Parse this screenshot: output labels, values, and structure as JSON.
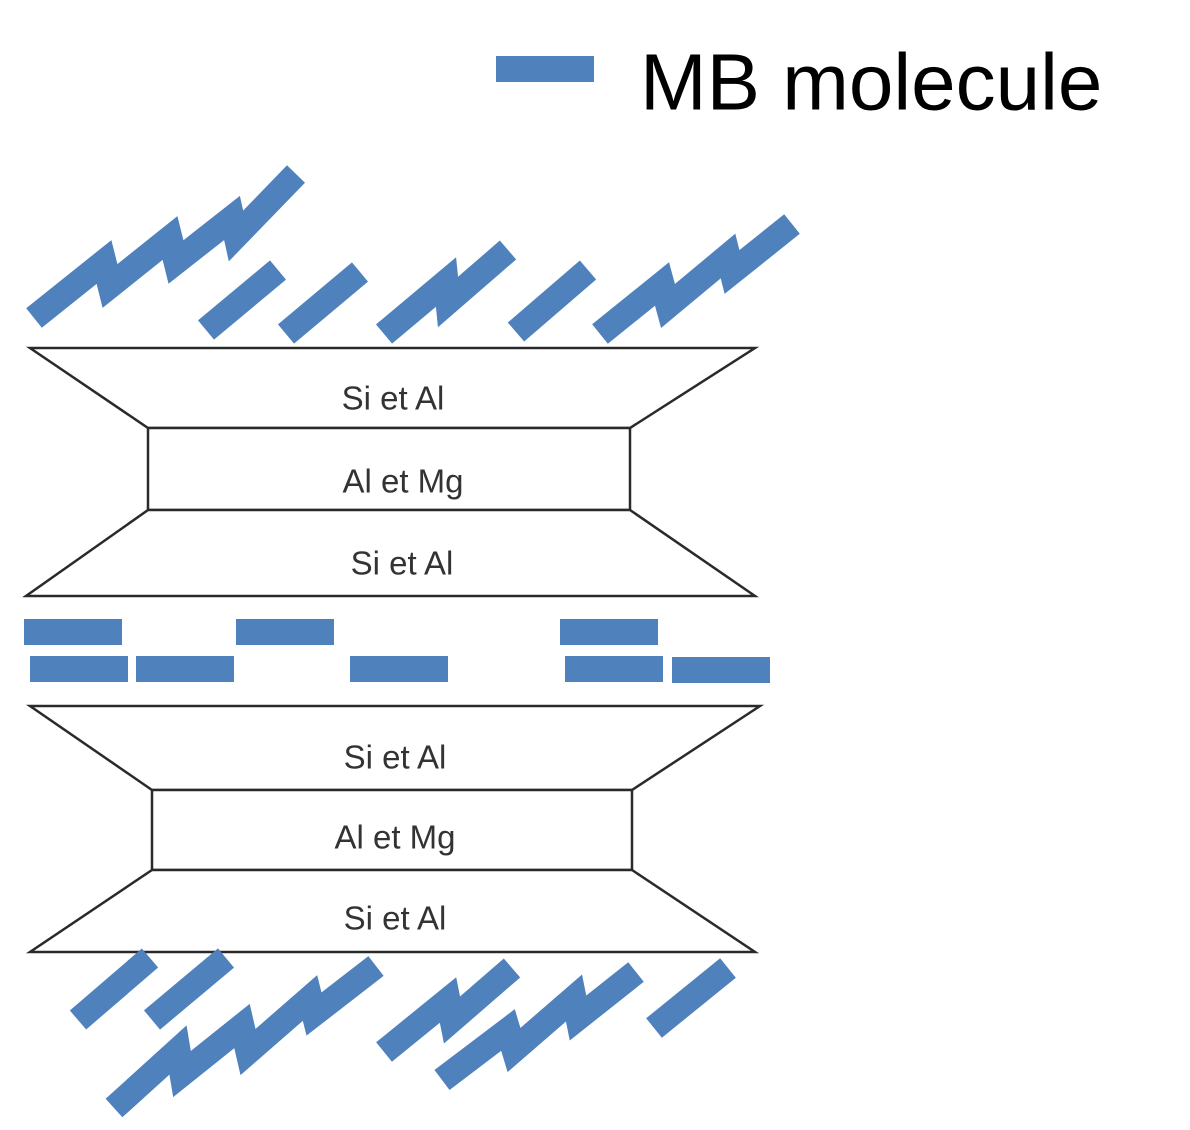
{
  "legend": {
    "label": "MB molecule"
  },
  "clay_layers": [
    {
      "top_sheet": "Si et Al",
      "middle_sheet": "Al et Mg",
      "bottom_sheet": "Si et Al"
    },
    {
      "top_sheet": "Si et Al",
      "middle_sheet": "Al et Mg",
      "bottom_sheet": "Si et Al"
    }
  ],
  "colors": {
    "mb_molecule": "#4f81bd",
    "outline": "#2a2a2a",
    "text": "#333333"
  }
}
